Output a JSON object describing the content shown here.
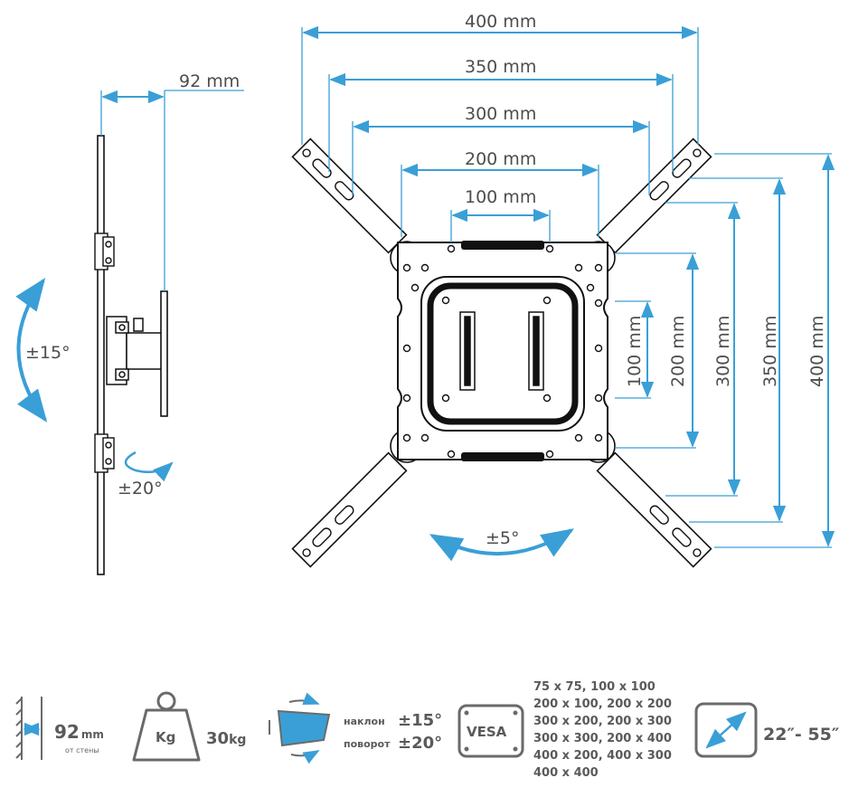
{
  "colors": {
    "accent": "#3a9fd6",
    "line": "#111111",
    "icon": "#6a6a6a"
  },
  "side_view": {
    "depth_label": "92 mm",
    "tilt_label": "±15°",
    "swivel_label": "±20°"
  },
  "front_view": {
    "horizontal_dims": [
      "400 mm",
      "350 mm",
      "300 mm",
      "200 mm",
      "100 mm"
    ],
    "vertical_dims": [
      "100 mm",
      "200 mm",
      "300 mm",
      "350 mm",
      "400 mm"
    ],
    "rotation_label": "±5°"
  },
  "specs": {
    "depth": {
      "value": "92",
      "unit": "mm",
      "caption": "от стены",
      "icon": "wall-depth-icon"
    },
    "load": {
      "icon_text": "Kg",
      "value": "30",
      "unit": "kg",
      "icon": "weight-icon"
    },
    "motion": {
      "icon": "tilt-swivel-icon",
      "tilt_label": "наклон",
      "tilt_value": "±15°",
      "swivel_label": "поворот",
      "swivel_value": "±20°"
    },
    "vesa": {
      "icon_text": "VESA",
      "lines": [
        "75 x 75, 100 x 100",
        "200 x 100, 200 x 200",
        "300 x 200, 200 x 300",
        "300 x 300, 200 x 400",
        "400 x 200, 400 x 300",
        "400 x 400"
      ]
    },
    "screen_size": {
      "icon": "screen-diagonal-icon",
      "value": "22″- 55″"
    }
  }
}
